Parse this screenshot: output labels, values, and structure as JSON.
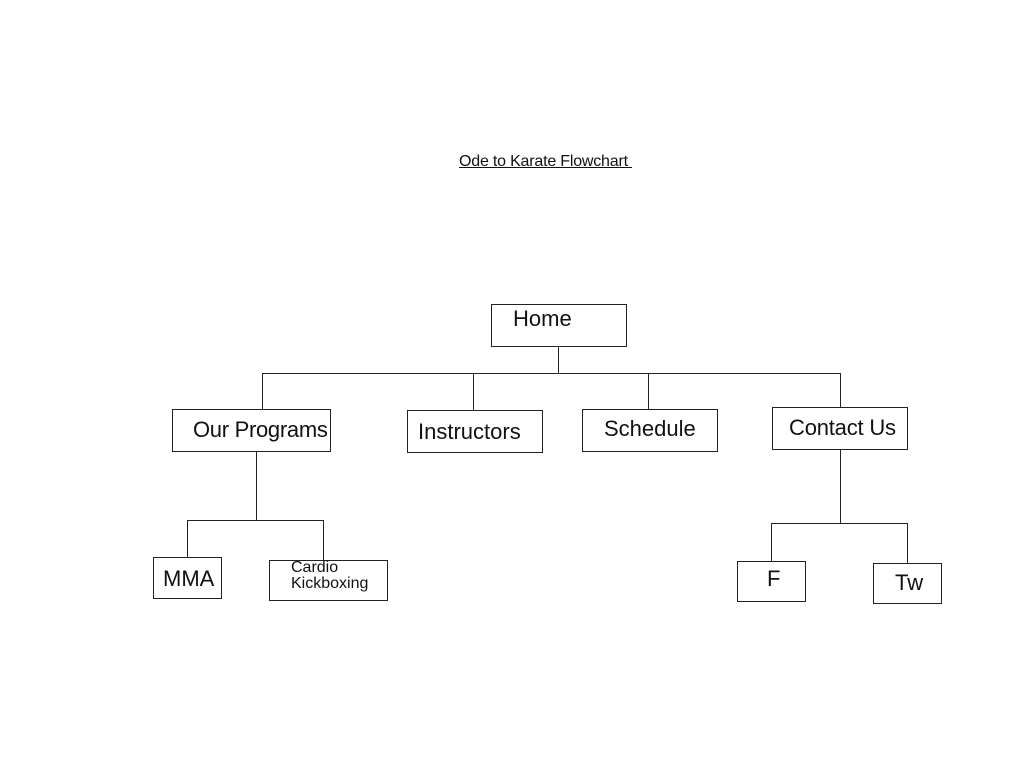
{
  "diagram": {
    "title": "Ode to Karate Flowchart ",
    "nodes": {
      "home": "Home",
      "our_programs": "Our Programs",
      "instructors": "Instructors",
      "schedule": "Schedule",
      "contact_us": "Contact Us",
      "mma": "MMA",
      "cardio_kickboxing": "Cardio\nKickboxing",
      "f": "F",
      "tw": "Tw"
    }
  }
}
